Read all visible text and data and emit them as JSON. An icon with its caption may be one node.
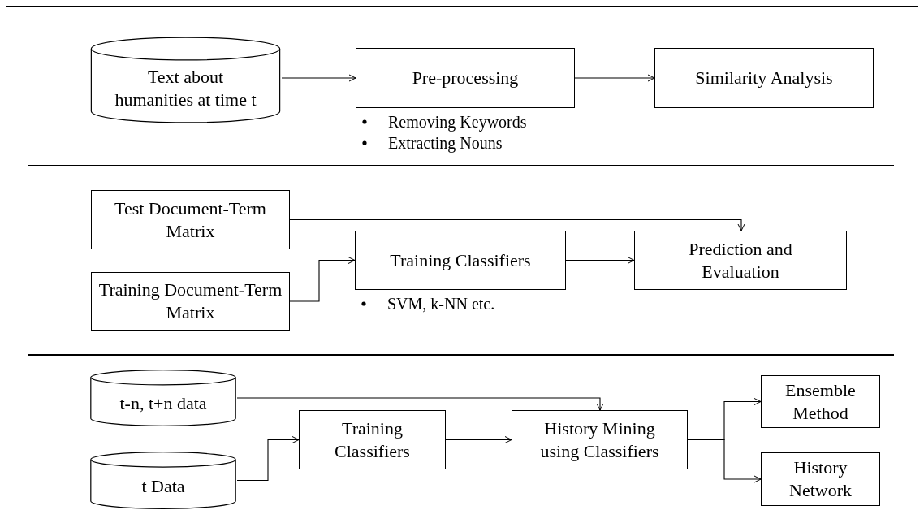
{
  "diagram": {
    "nodes": [
      {
        "text": [
          "Text about humanities at time t"
        ]
      },
      {
        "text": [
          "Pre-processing"
        ],
        "beside": [
          "Removing Keywords",
          "Extracting Nouns"
        ]
      },
      {
        "text": [
          "Similarity Analysis"
        ]
      },
      {
        "text": [
          "Test Document-Term Matrix"
        ]
      },
      {
        "text": [
          "Training Classifiers"
        ],
        "beside": [
          "SVM, k-NN etc."
        ]
      },
      {
        "text": [
          "Prediction and Evaluation"
        ]
      },
      {
        "text": [
          "Training Document-Term Matrix"
        ]
      },
      {
        "text": [
          "t-n, t+n data"
        ]
      },
      {
        "text": [
          "t Data"
        ]
      },
      {
        "text": [
          "Training Classifiers"
        ]
      },
      {
        "text": [
          "History Mining using Classifiers"
        ]
      },
      {
        "text": [
          "Ensemble Method"
        ]
      },
      {
        "text": [
          "History Network"
        ]
      }
    ],
    "edges": [
      {
        "from": 0,
        "to": 1,
        "arrow": "to"
      },
      {
        "from": 1,
        "to": 2,
        "arrow": "to"
      },
      {
        "from": 3,
        "to": 5,
        "arrow": "to"
      },
      {
        "from": 6,
        "to": 4,
        "arrow": "to"
      },
      {
        "from": 4,
        "to": 5,
        "arrow": "to"
      },
      {
        "from": 7,
        "to": 10,
        "arrow": "to"
      },
      {
        "from": 8,
        "to": 9,
        "arrow": "to"
      },
      {
        "from": 9,
        "to": 10,
        "arrow": "to"
      },
      {
        "from": 10,
        "to": 11,
        "arrow": "to"
      },
      {
        "from": 10,
        "to": 12,
        "arrow": "to"
      }
    ]
  }
}
